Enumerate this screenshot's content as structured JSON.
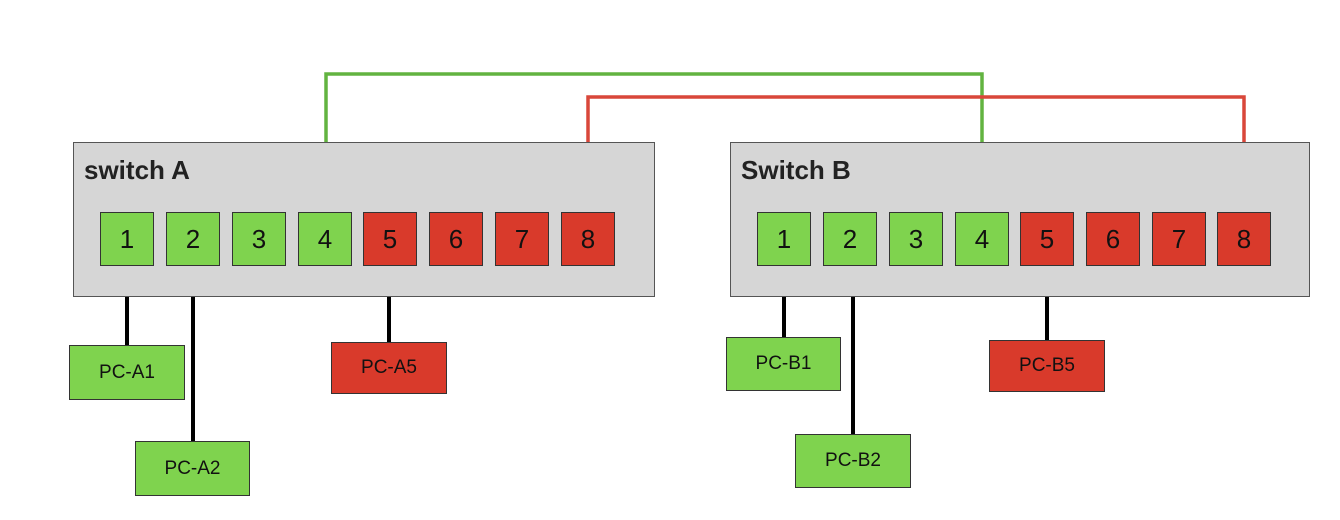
{
  "colors": {
    "vlan_green": "#7fd34e",
    "vlan_red": "#d93a2b",
    "switch_bg": "#d6d6d6"
  },
  "switches": [
    {
      "title": "switch A",
      "ports": [
        {
          "label": "1",
          "vlan": "green"
        },
        {
          "label": "2",
          "vlan": "green"
        },
        {
          "label": "3",
          "vlan": "green"
        },
        {
          "label": "4",
          "vlan": "green"
        },
        {
          "label": "5",
          "vlan": "red"
        },
        {
          "label": "6",
          "vlan": "red"
        },
        {
          "label": "7",
          "vlan": "red"
        },
        {
          "label": "8",
          "vlan": "red"
        }
      ],
      "pcs": [
        {
          "label": "PC-A1",
          "port": 1,
          "vlan": "green"
        },
        {
          "label": "PC-A2",
          "port": 2,
          "vlan": "green"
        },
        {
          "label": "PC-A5",
          "port": 5,
          "vlan": "red"
        }
      ]
    },
    {
      "title": "Switch B",
      "ports": [
        {
          "label": "1",
          "vlan": "green"
        },
        {
          "label": "2",
          "vlan": "green"
        },
        {
          "label": "3",
          "vlan": "green"
        },
        {
          "label": "4",
          "vlan": "green"
        },
        {
          "label": "5",
          "vlan": "red"
        },
        {
          "label": "6",
          "vlan": "red"
        },
        {
          "label": "7",
          "vlan": "red"
        },
        {
          "label": "8",
          "vlan": "red"
        }
      ],
      "pcs": [
        {
          "label": "PC-B1",
          "port": 1,
          "vlan": "green"
        },
        {
          "label": "PC-B2",
          "port": 2,
          "vlan": "green"
        },
        {
          "label": "PC-B5",
          "port": 5,
          "vlan": "red"
        }
      ]
    }
  ],
  "trunks": [
    {
      "from_port": "switch A 4",
      "to_port": "Switch B 4",
      "vlan": "green"
    },
    {
      "from_port": "switch A 8",
      "to_port": "Switch B 8",
      "vlan": "red"
    }
  ]
}
